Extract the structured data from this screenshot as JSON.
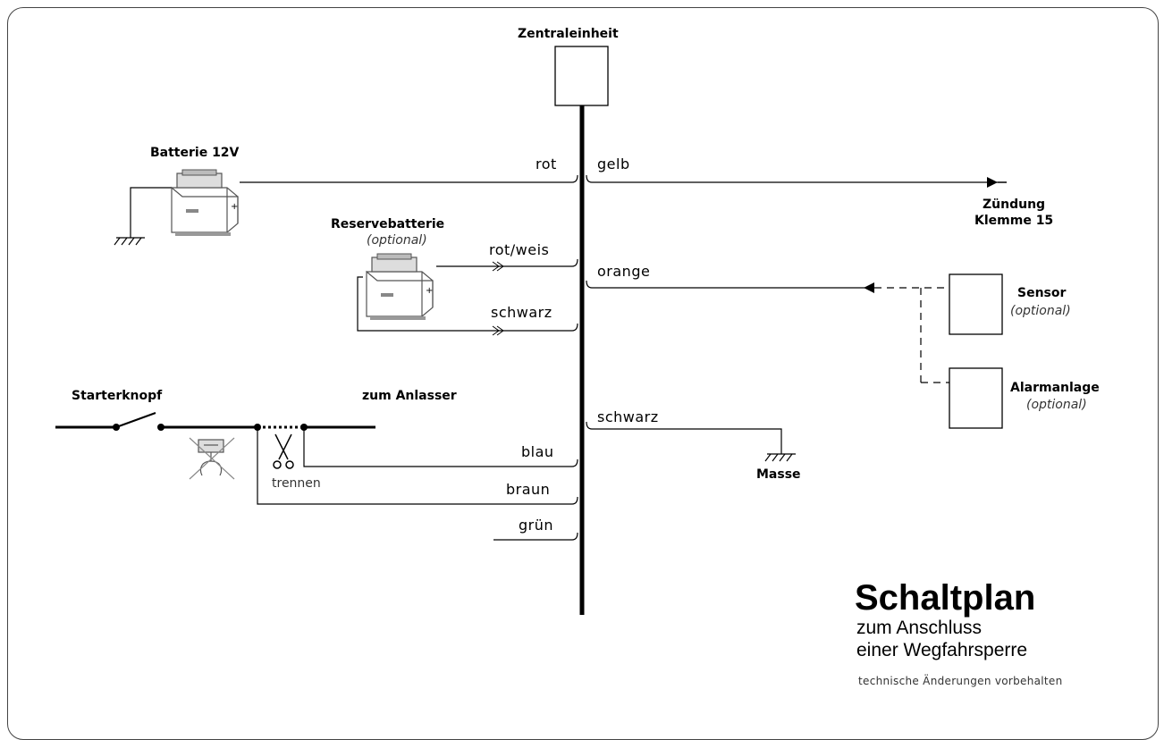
{
  "diagram": {
    "central_unit": "Zentraleinheit",
    "battery": "Batterie 12V",
    "reserve_battery": "Reservebatterie",
    "reserve_optional": "(optional)",
    "ignition_line1": "Zündung",
    "ignition_line2": "Klemme 15",
    "sensor": "Sensor",
    "sensor_optional": "(optional)",
    "alarm": "Alarmanlage",
    "alarm_optional": "(optional)",
    "starter_button": "Starterknopf",
    "to_starter": "zum Anlasser",
    "cut": "trennen",
    "ground": "Masse",
    "wires": {
      "rot": "rot",
      "gelb": "gelb",
      "rot_weis": "rot/weis",
      "orange": "orange",
      "schwarz_left": "schwarz",
      "schwarz_right": "schwarz",
      "blau": "blau",
      "braun": "braun",
      "gruen": "grün"
    }
  },
  "title_block": {
    "title": "Schaltplan",
    "subtitle_line1": "zum Anschluss",
    "subtitle_line2": "einer Wegfahrsperre",
    "note": "technische Änderungen vorbehalten"
  },
  "icons": {
    "battery": "battery-icon",
    "ground": "ground-symbol",
    "switch": "switch-icon",
    "scissors": "scissors-icon",
    "no_motor": "no-engine-icon"
  }
}
